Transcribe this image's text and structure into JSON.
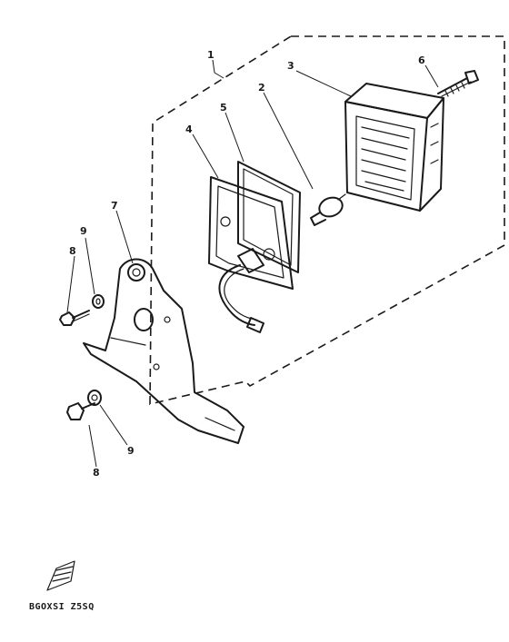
{
  "callouts": {
    "c1": "1",
    "c2": "2",
    "c3": "3",
    "c4": "4",
    "c5": "5",
    "c6": "6",
    "c7": "7",
    "c8a": "8",
    "c8b": "8",
    "c9a": "9",
    "c9b": "9"
  },
  "footer": {
    "code": "BGOXSI Z5SQ"
  },
  "colors": {
    "ink": "#1a1a1a",
    "paper": "#ffffff"
  }
}
